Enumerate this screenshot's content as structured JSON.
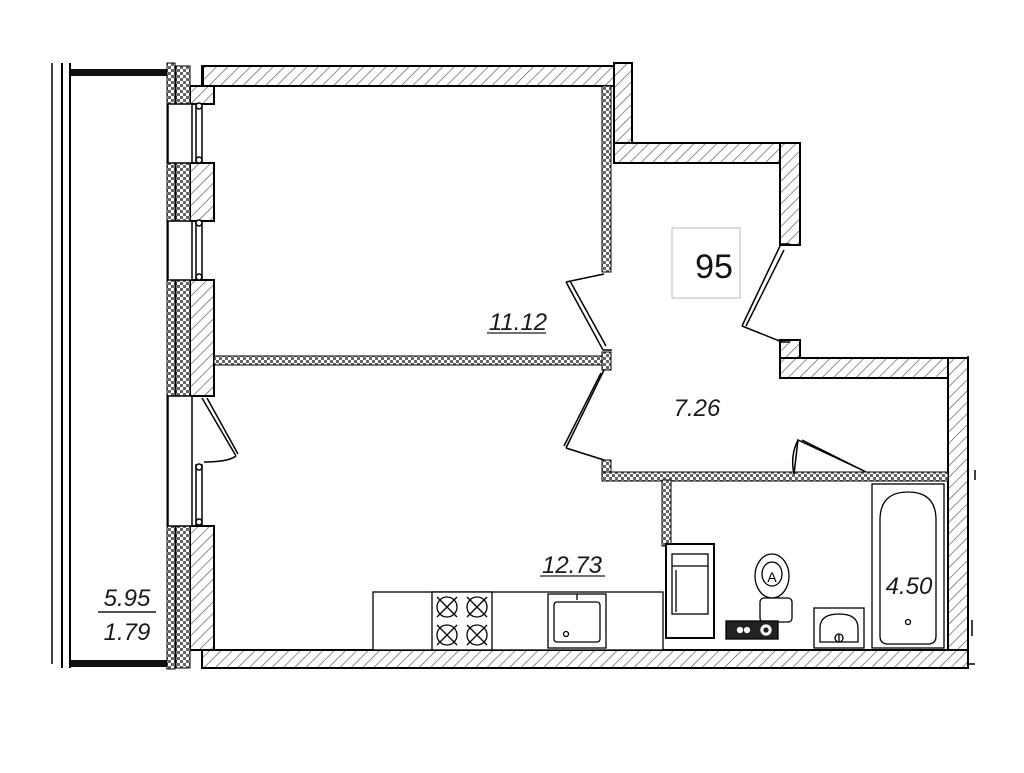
{
  "apartment": {
    "number": "95"
  },
  "rooms": {
    "bedroom": {
      "area": "11.12"
    },
    "hallway": {
      "area": "7.26"
    },
    "kitchen_living": {
      "area": "12.73"
    },
    "bathroom": {
      "area": "4.50"
    },
    "balcony": {
      "area_total": "5.95",
      "area_reduced": "1.79"
    }
  },
  "colors": {
    "wall_outline": "#000000",
    "hatch": "#555555",
    "background": "#ffffff"
  }
}
